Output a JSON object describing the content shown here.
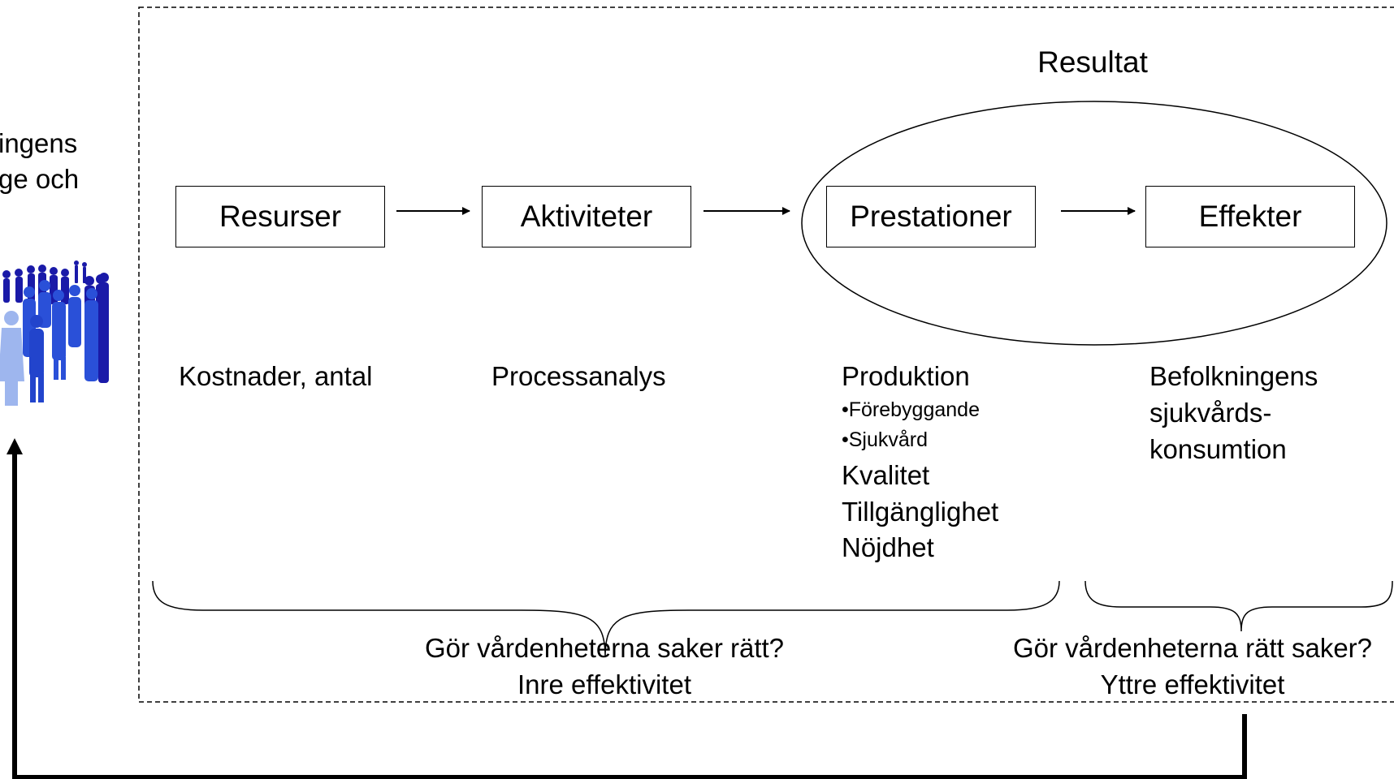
{
  "population": {
    "label_line1": "ingens",
    "label_line2": "ge och",
    "figure": "people-crowd-icon"
  },
  "scope_title": "Resultat",
  "boxes": [
    {
      "label": "Resurser"
    },
    {
      "label": "Aktiviteter"
    },
    {
      "label": "Prestationer"
    },
    {
      "label": "Effekter"
    }
  ],
  "measures": {
    "resurser": "Kostnader, antal",
    "aktiviteter": "Processanalys",
    "prestationer": {
      "heading": "Produktion",
      "bullets": [
        "•Förebyggande",
        "•Sjukvård"
      ],
      "items": [
        "Kvalitet",
        "Tillgänglighet",
        "Nöjdhet"
      ]
    },
    "effekter": [
      "Befolkningens",
      "sjukvårds-",
      "konsumtion"
    ]
  },
  "efficiency": {
    "inner": {
      "question": "Gör vårdenheterna saker rätt?",
      "label": "Inre effektivitet"
    },
    "outer": {
      "question": "Gör vårdenheterna rätt saker?",
      "label": "Yttre effektivitet"
    }
  },
  "colors": {
    "people_dark": "#1a1aa8",
    "people_mid": "#2a50d8",
    "people_light": "#9eb6ee"
  }
}
